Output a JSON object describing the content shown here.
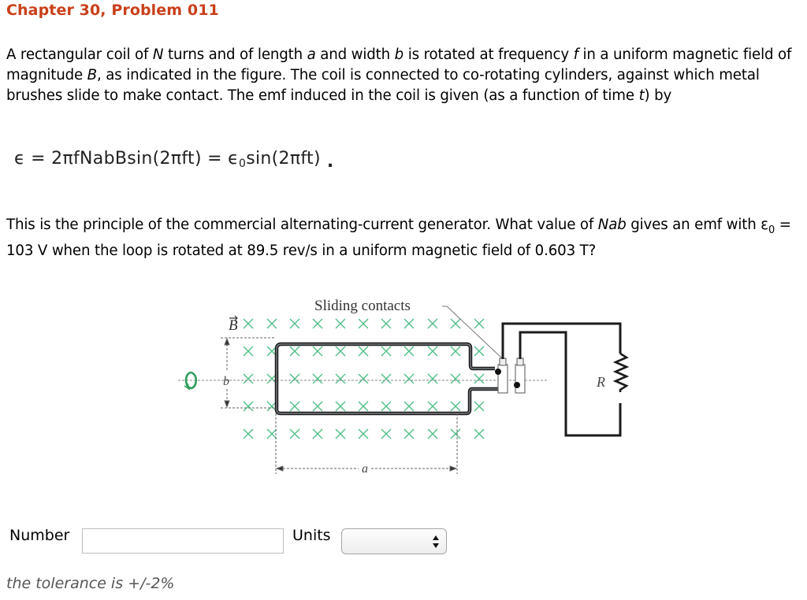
{
  "header": {
    "title": "Chapter 30, Problem 011"
  },
  "problem": {
    "intro_parts": [
      "A rectangular coil of ",
      "N",
      " turns and of length ",
      "a",
      " and width ",
      "b",
      " is rotated at frequency ",
      "f",
      " in a uniform magnetic field of magnitude ",
      "B",
      ", as indicated in the figure. The coil is connected to co-rotating cylinders, against which metal brushes slide to make contact. The emf induced in the coil is given (as a function of time ",
      "t",
      ") by"
    ],
    "equation": {
      "lhs": "ϵ = 2πfNabBsin(2πft) = ϵ",
      "sub": "0",
      "rhs": "sin(2πft)",
      "end": "."
    },
    "question_parts": [
      "This is the principle of the commercial alternating-current generator. What value of ",
      "Nab",
      " gives an emf with ε",
      "0",
      " = 103 V when the loop is rotated at 89.5 rev/s in a uniform magnetic field of 0.603 T?"
    ]
  },
  "figure": {
    "caption_label": "Sliding contacts",
    "field_label": "B",
    "width_label": "b",
    "length_label": "a",
    "resistor_label": "R",
    "field_mark_color": "#4fbf86",
    "rotation_icon_color": "#2f9e5a",
    "wire_color": "#1b1b1b"
  },
  "answer": {
    "number_label": "Number",
    "number_value": "",
    "units_label": "Units",
    "units_selected": "",
    "tolerance": "the tolerance is +/-2%"
  },
  "colors": {
    "title": "#c9401a",
    "tolerance_text": "#555555"
  }
}
